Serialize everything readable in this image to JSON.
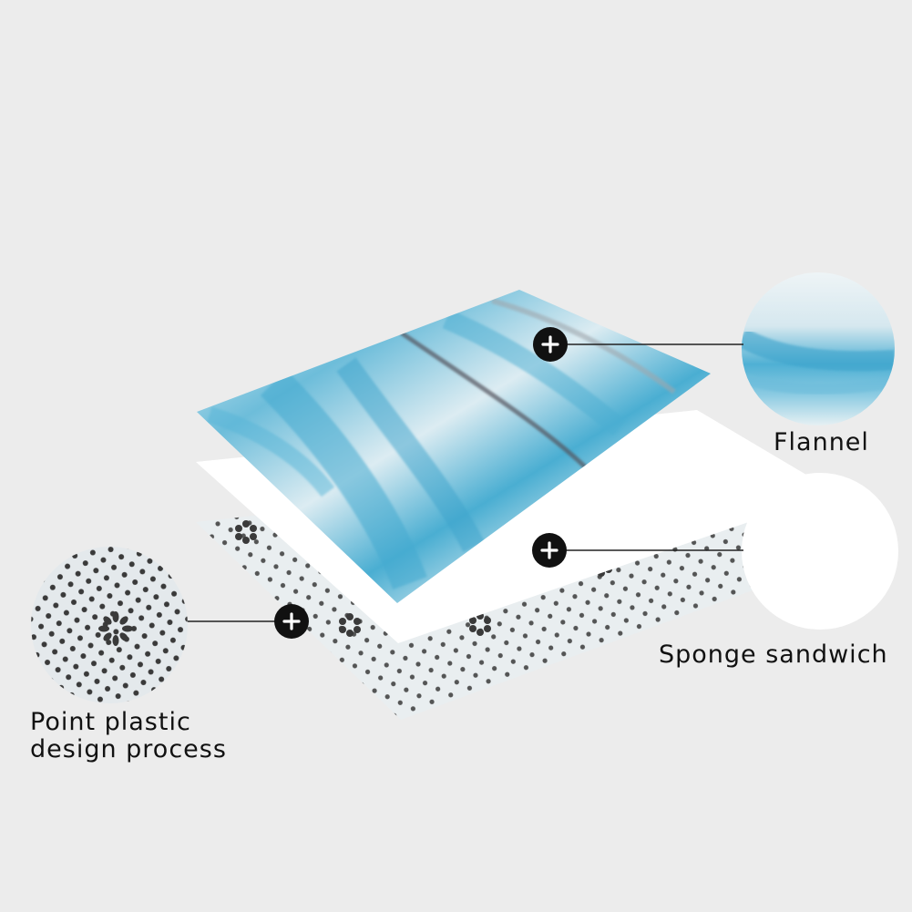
{
  "labels": {
    "flannel": "Flannel",
    "sponge": "Sponge sandwich",
    "point_line1": "Point plastic",
    "point_line2": "design process"
  },
  "colors": {
    "background": "#ececec",
    "flannel_blue": "#3fa6cc",
    "dot": "#3a3a3a",
    "marker": "#111111"
  },
  "icons": [
    "plus-marker-icon"
  ]
}
